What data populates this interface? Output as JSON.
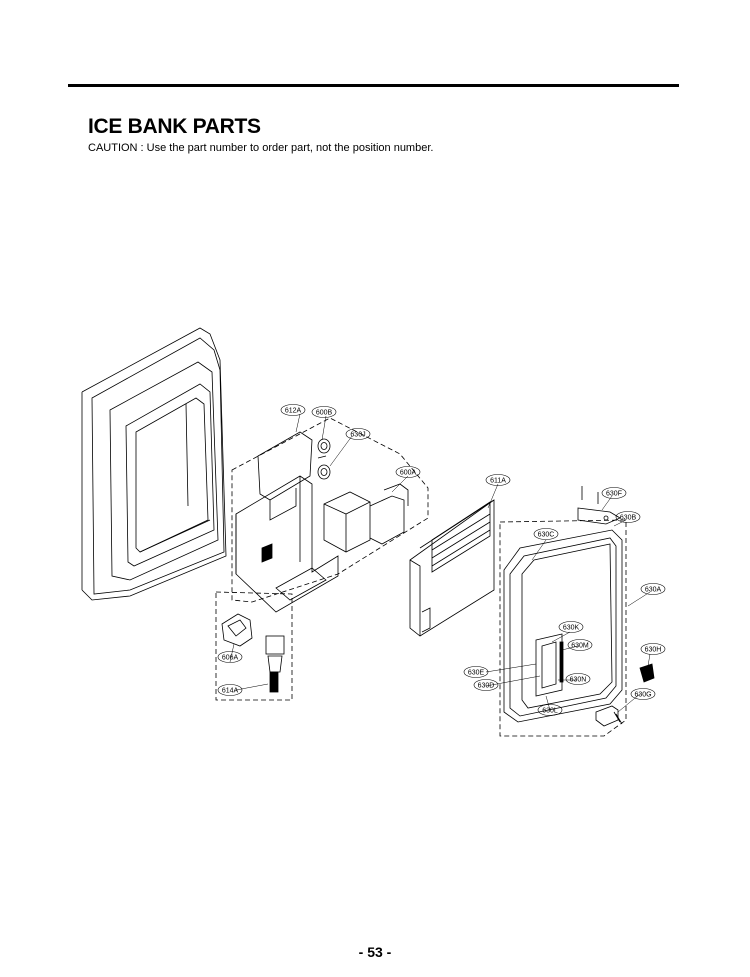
{
  "header": {
    "title": "ICE BANK PARTS",
    "caution": "CAUTION : Use the part number to order part, not the position number."
  },
  "diagram": {
    "labels": {
      "612A": "612A",
      "600B": "600B",
      "630J": "630J",
      "600A": "600A",
      "611A": "611A",
      "630F": "630F",
      "630B": "630B",
      "630C": "630C",
      "630A": "630A",
      "630K": "630K",
      "630M": "630M",
      "630E": "630E",
      "630D": "630D",
      "630N": "630N",
      "630L": "630L",
      "630H": "630H",
      "630G": "630G",
      "606A": "606A",
      "614A": "614A"
    }
  },
  "footer": {
    "page_number": "- 53 -"
  }
}
